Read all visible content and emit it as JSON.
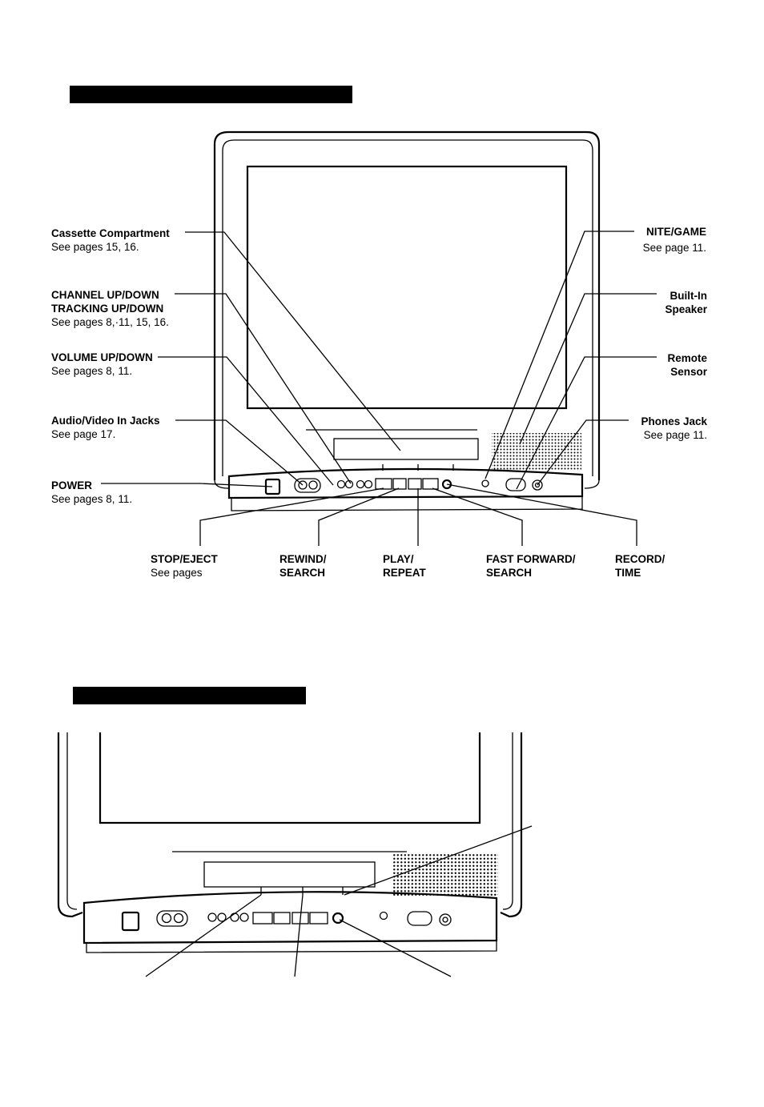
{
  "labels": {
    "cassette_compartment": {
      "title": "Cassette Compartment",
      "note": "See pages 15, 16."
    },
    "channel": {
      "title1": "CHANNEL UP/DOWN",
      "title2": "TRACKING UP/DOWN",
      "note": "See pages 8,·11, 15, 16."
    },
    "volume": {
      "title": "VOLUME UP/DOWN",
      "note": "See pages 8, 11."
    },
    "av_jacks": {
      "title": "Audio/Video In Jacks",
      "note": "See page 17."
    },
    "power": {
      "title": "POWER",
      "note": "See pages 8, 11."
    },
    "nite_game": {
      "title": "NITE/GAME",
      "note": "See page 11."
    },
    "speaker": {
      "title1": "Built-In",
      "title2": "Speaker"
    },
    "remote_sensor": {
      "title1": "Remote",
      "title2": "Sensor"
    },
    "phones_jack": {
      "title": "Phones Jack",
      "note": "See page 11."
    },
    "stop_eject": {
      "title": "STOP/EJECT",
      "note": "See pages"
    },
    "rewind": {
      "title1": "REWIND/",
      "title2": "SEARCH"
    },
    "play": {
      "title1": "PLAY/",
      "title2": "REPEAT"
    },
    "fast_forward": {
      "title1": "FAST FORWARD/",
      "title2": "SEARCH"
    },
    "record": {
      "title1": "RECORD/",
      "title2": "TIME"
    }
  },
  "icons": [
    "tv-front-diagram",
    "tv-closeup-diagram",
    "speaker-grille-icon"
  ]
}
